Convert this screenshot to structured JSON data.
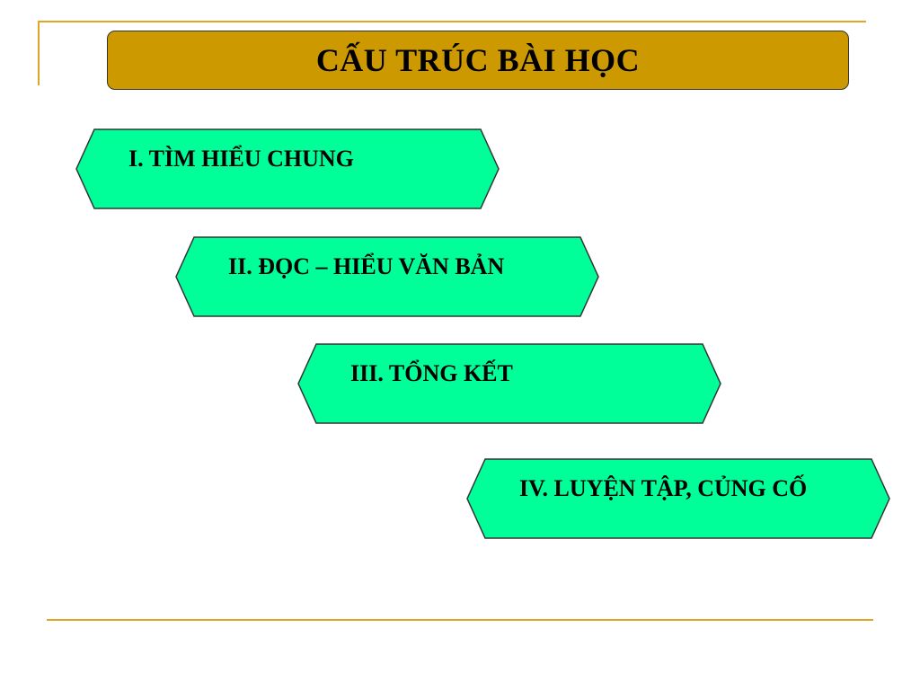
{
  "slide": {
    "title": "CẤU TRÚC BÀI HỌC",
    "sections": [
      {
        "label": "I. TÌM HIỂU CHUNG"
      },
      {
        "label": "II. ĐỌC – HIỂU VĂN BẢN"
      },
      {
        "label": "III. TỔNG KẾT"
      },
      {
        "label": "IV. LUYỆN TẬP, CỦNG CỐ"
      }
    ]
  },
  "colors": {
    "accent_rule": "#e0a527",
    "title_fill": "#cc9900",
    "hex_fill": "#00ff99",
    "outline": "#333333"
  }
}
